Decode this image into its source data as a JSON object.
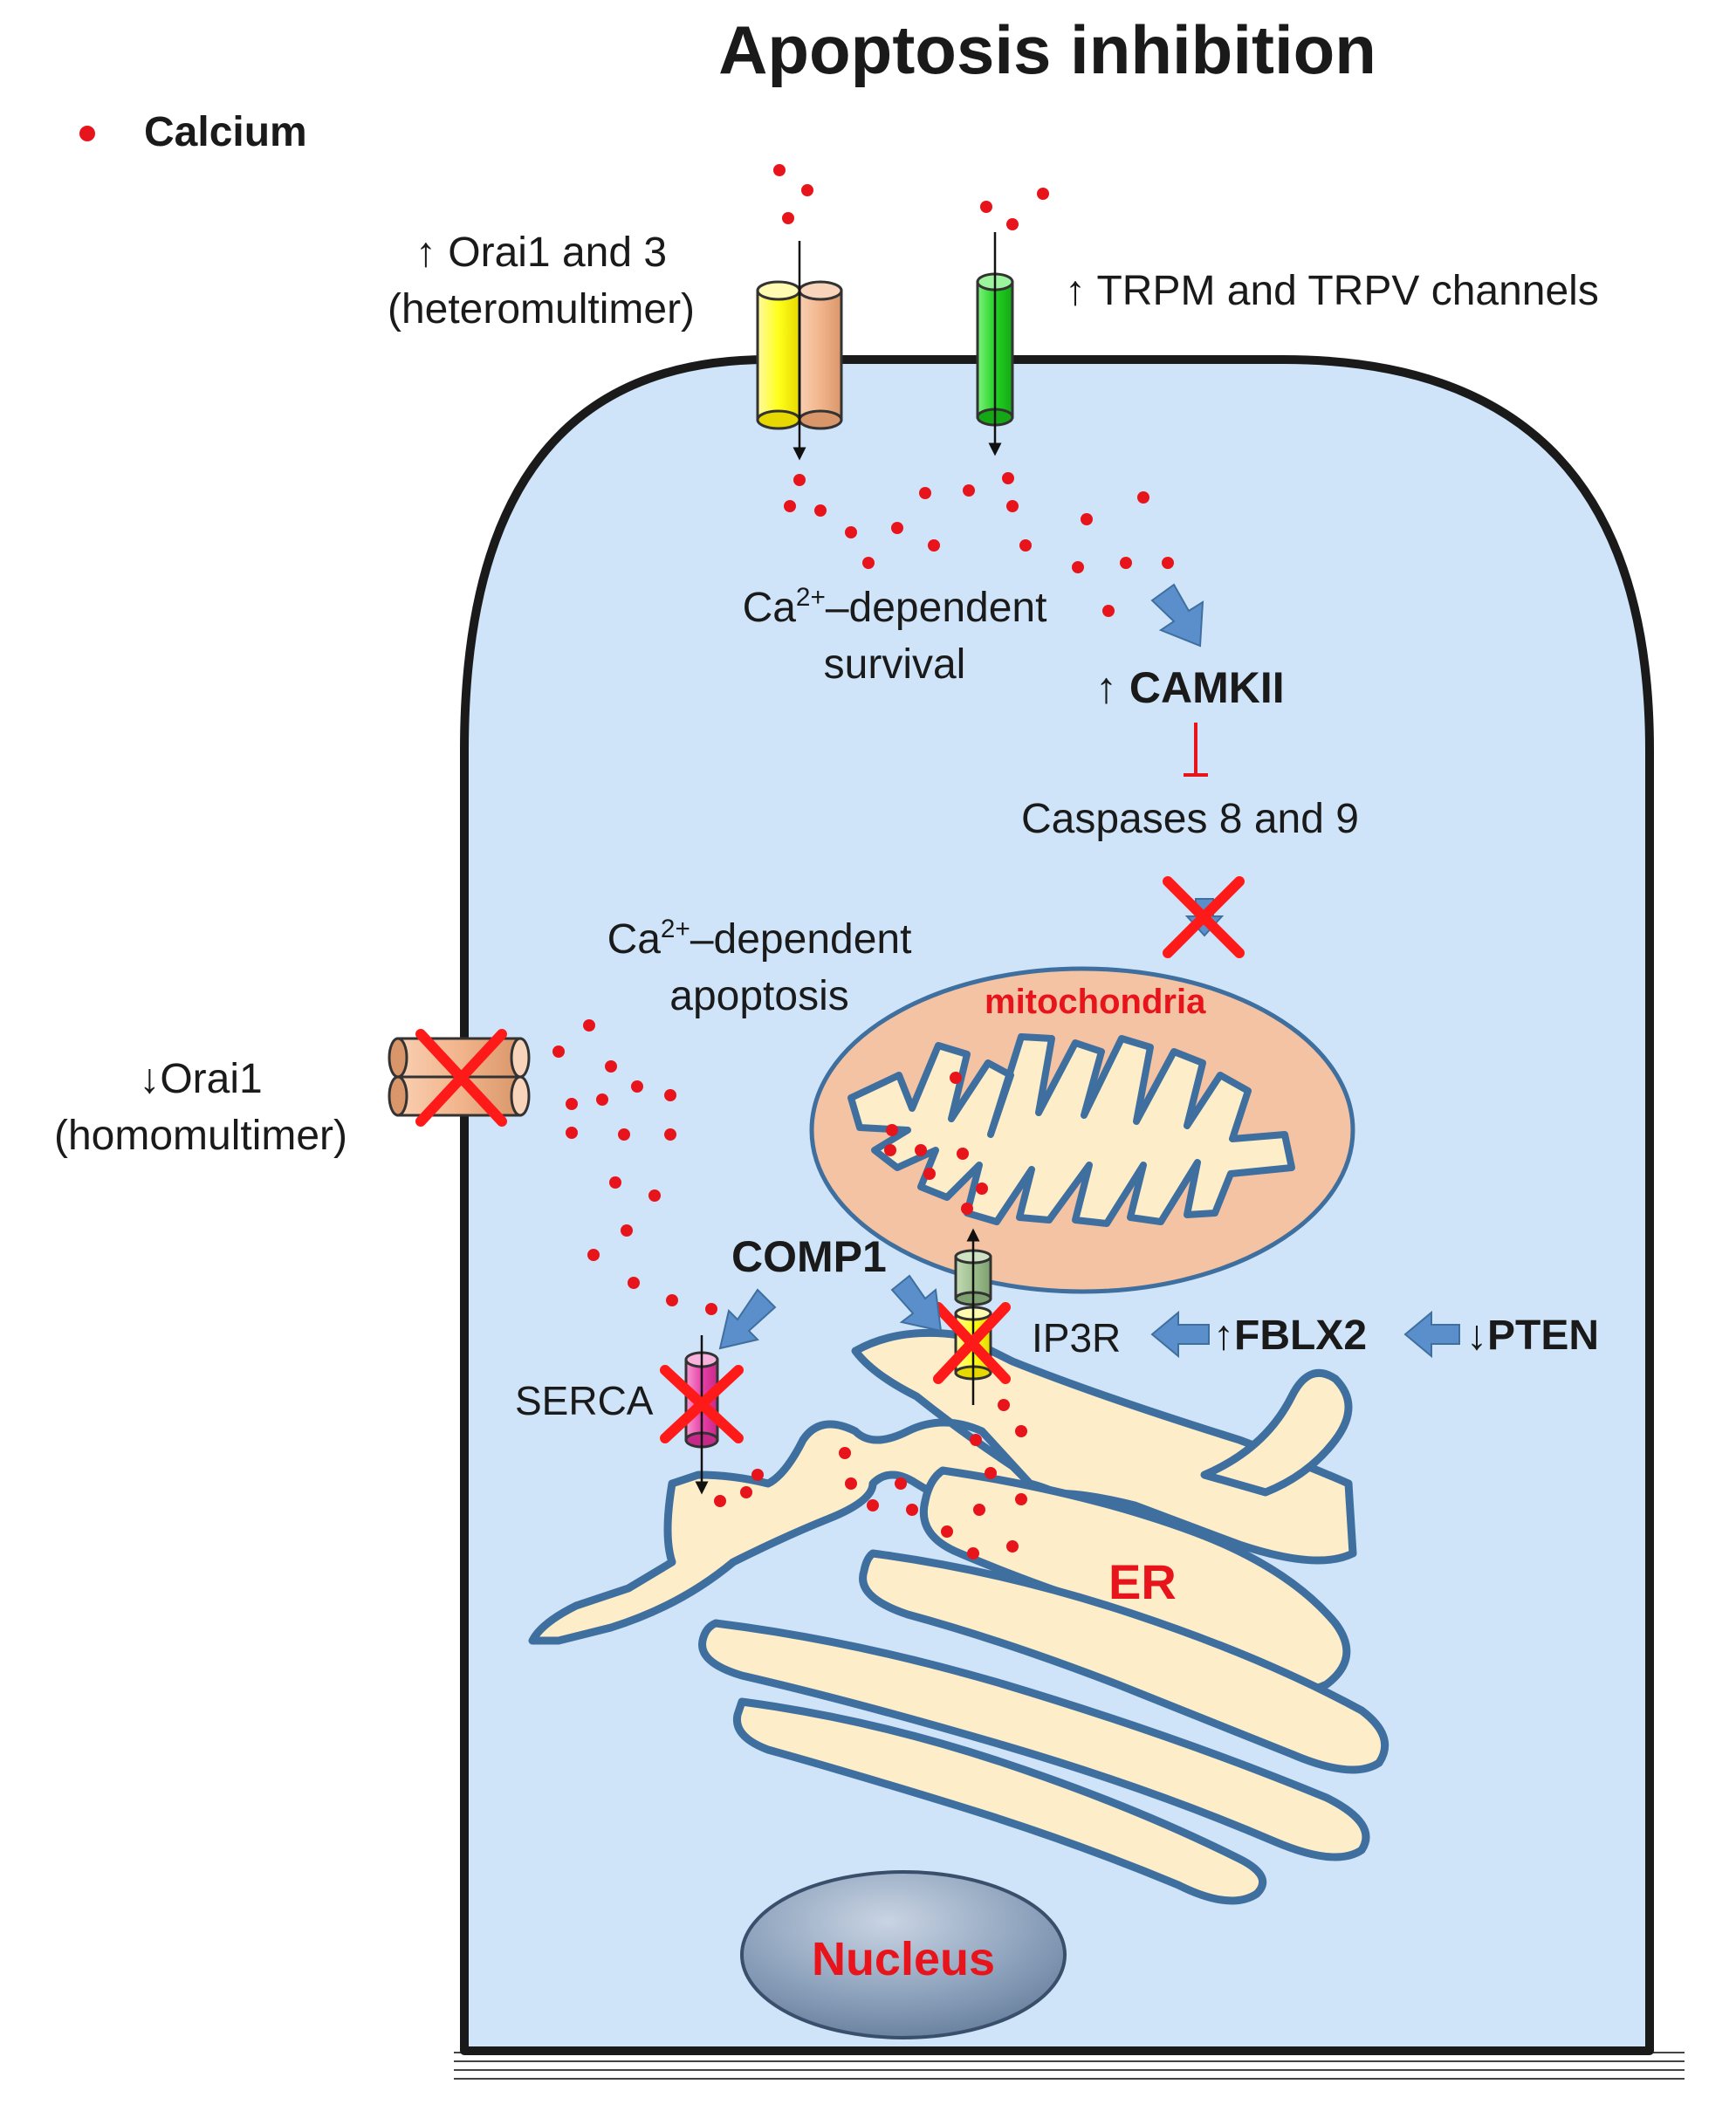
{
  "title": "Apoptosis inhibition",
  "legend": {
    "calcium_label": "Calcium"
  },
  "channels": {
    "orai13_line1": "↑ Orai1 and 3",
    "orai13_line2": "(heteromultimer)",
    "trp": "↑ TRPM and TRPV channels",
    "orai1_line1": "↓Orai1",
    "orai1_line2": "(homomultimer)"
  },
  "pathway": {
    "survival_ca": "Ca",
    "survival_sup": "2+",
    "survival_line1_rest": "–dependent",
    "survival_line2": "survival",
    "camkii_arrow": "↑",
    "camkii": "CAMKII",
    "caspases": "Caspases 8 and 9",
    "apoptosis_ca": "Ca",
    "apoptosis_sup": "2+",
    "apoptosis_line1_rest": "–dependent",
    "apoptosis_line2": "apoptosis",
    "comp1": "COMP1",
    "serca": "SERCA",
    "ip3r": "IP3R",
    "fblx2": "↑FBLX2",
    "pten": "↓PTEN"
  },
  "organelles": {
    "mitochondria": "mitochondria",
    "er": "ER",
    "nucleus": "Nucleus"
  },
  "colors": {
    "cell_fill": "#cfe4f8",
    "cell_stroke": "#1a1a1a",
    "calcium": "#e8141c",
    "inhibit_x": "#ff1a1a",
    "mito_fill": "#f4c3a3",
    "er_fill": "#fdeec9",
    "organelle_stroke": "#3f6f9f",
    "blue_arrow": "#5b8fcc",
    "orai1_yellow": "#ffff1a",
    "orai3_peach": "#f2b58c",
    "trp_green": "#22d322",
    "serca_magenta": "#e83fa8",
    "ip3r_yellow": "#f2ea3a",
    "mito_channel_green": "#9fbf8f",
    "nucleus_fill": "#7f96b3"
  }
}
